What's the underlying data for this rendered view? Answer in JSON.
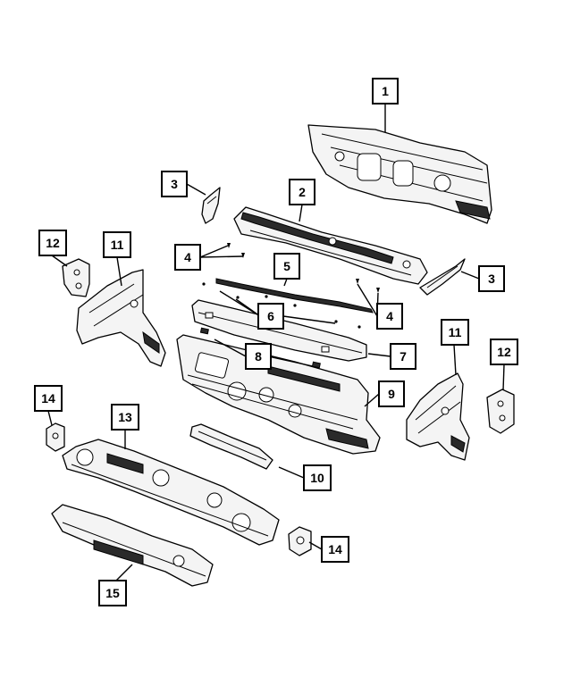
{
  "callouts": {
    "c1": "1",
    "c2": "2",
    "c3a": "3",
    "c3b": "3",
    "c4a": "4",
    "c4b": "4",
    "c5": "5",
    "c6": "6",
    "c7": "7",
    "c8": "8",
    "c9": "9",
    "c10": "10",
    "c11a": "11",
    "c11b": "11",
    "c12a": "12",
    "c12b": "12",
    "c13": "13",
    "c14a": "14",
    "c14b": "14",
    "c15": "15"
  }
}
